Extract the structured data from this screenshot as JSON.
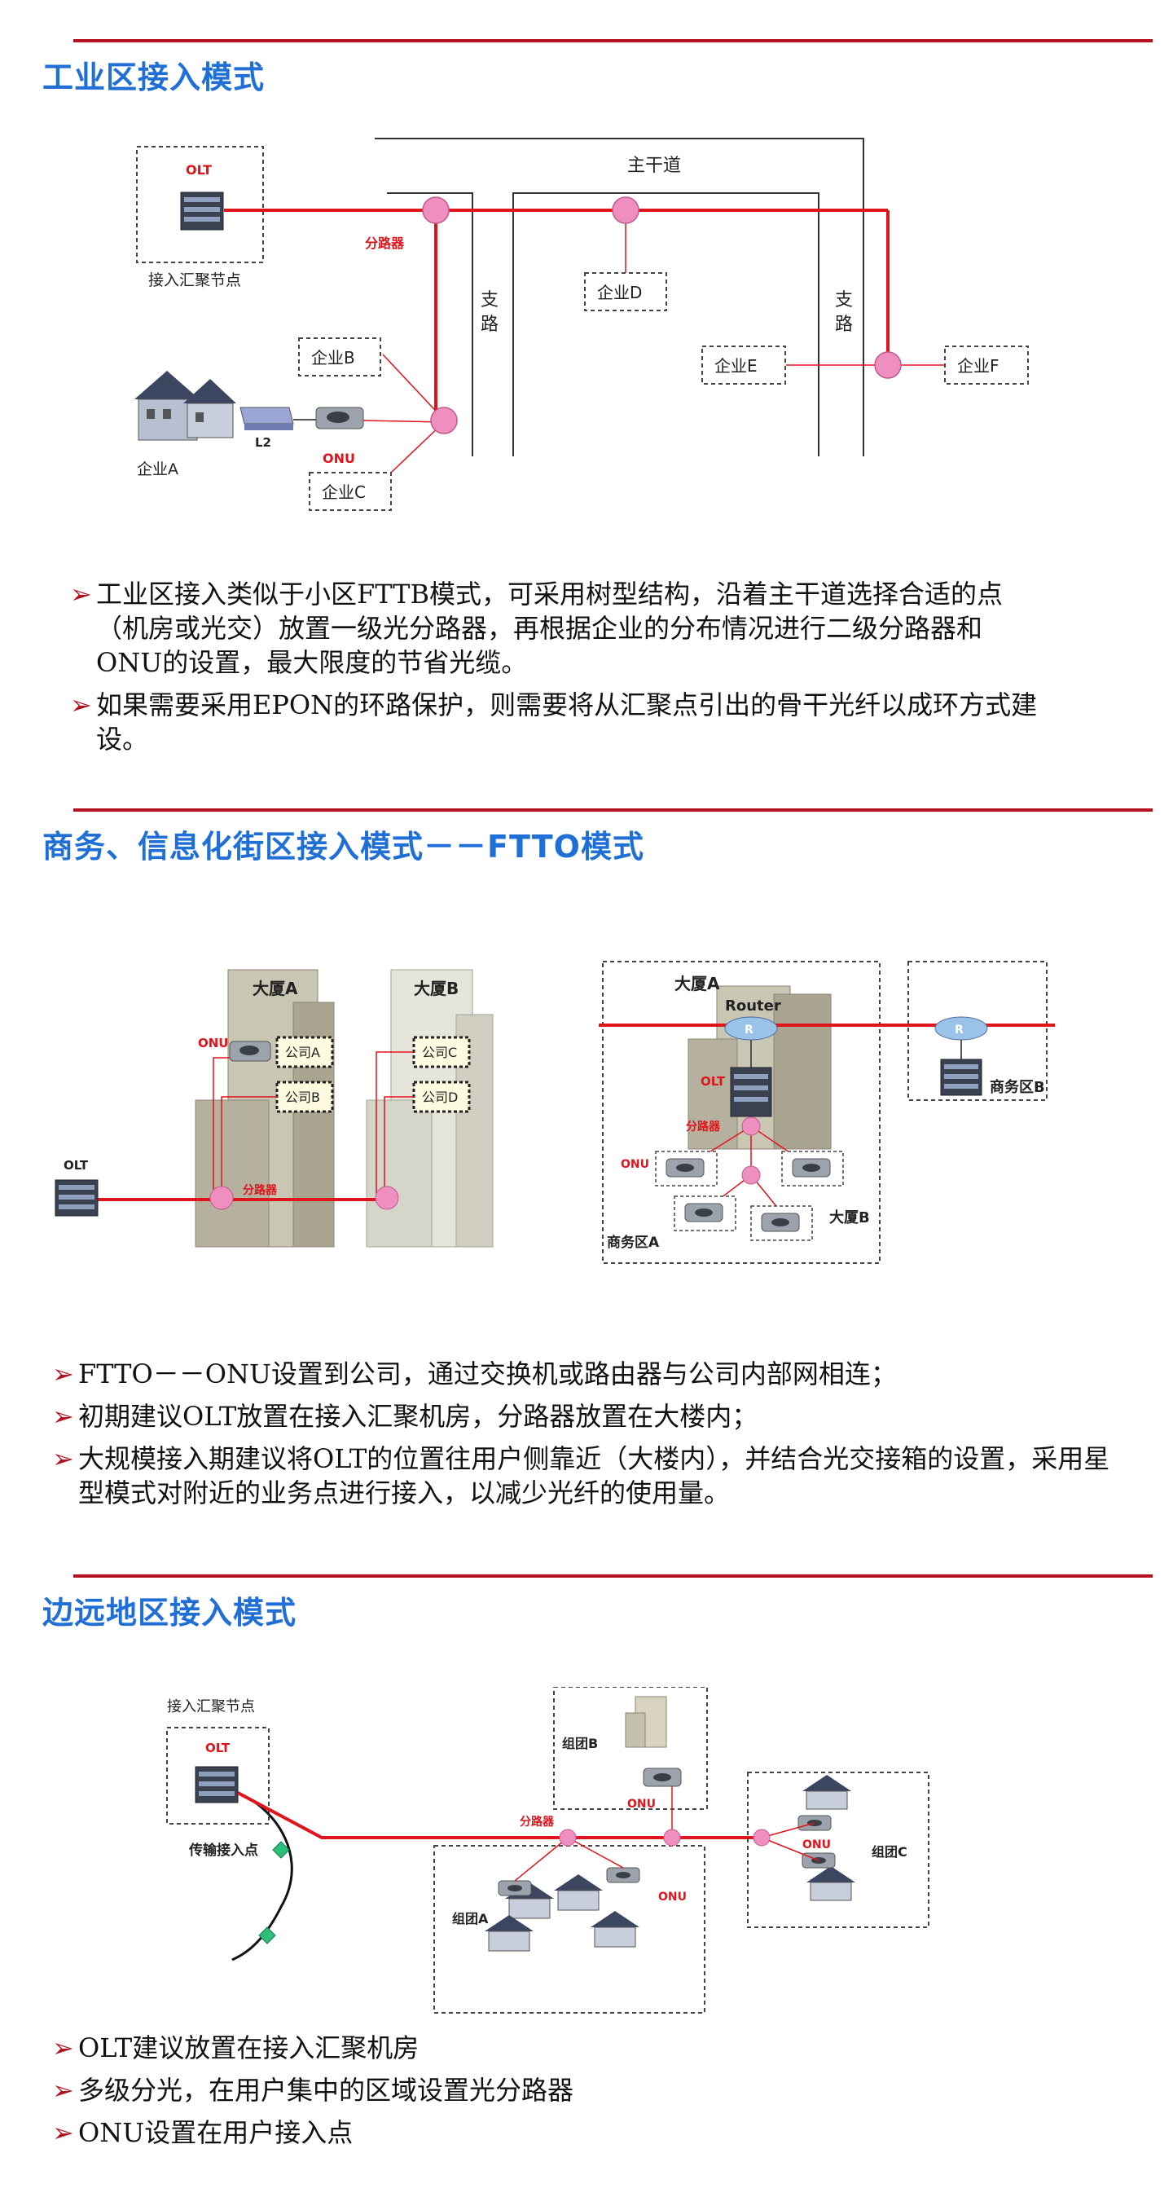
{
  "colors": {
    "accent_red": "#b3121f",
    "heading_blue": "#1f6fd6",
    "fiber_red": "#e0141b",
    "splitter_pink": "#ef8fc0",
    "connector_green": "#2dbf7a"
  },
  "section1": {
    "title": "工业区接入模式",
    "diagram": {
      "olt": "OLT",
      "olt_caption": "接入汇聚节点",
      "trunk_road": "主干道",
      "branch_road_left": "支路",
      "branch_road_right": "支路",
      "splitter": "分路器",
      "enterprise_a": "企业A",
      "enterprise_b": "企业B",
      "enterprise_c": "企业C",
      "enterprise_d": "企业D",
      "enterprise_e": "企业E",
      "enterprise_f": "企业F",
      "onu": "ONU",
      "l2": "L2"
    },
    "bullets": [
      "工业区接入类似于小区FTTB模式，可采用树型结构，沿着主干道选择合适的点（机房或光交）放置一级光分路器，再根据企业的分布情况进行二级分路器和ONU的设置，最大限度的节省光缆。",
      "如果需要采用EPON的环路保护，则需要将从汇聚点引出的骨干光纤以成环方式建设。"
    ]
  },
  "section2": {
    "title": "商务、信息化街区接入模式－－FTTO模式",
    "diagram": {
      "olt": "OLT",
      "onu": "ONU",
      "building_a": "大厦A",
      "building_b": "大厦B",
      "company_a": "公司A",
      "company_b": "公司B",
      "company_c": "公司C",
      "company_d": "公司D",
      "splitter": "分路器",
      "right_building_a": "大厦A",
      "router": "Router",
      "right_olt": "OLT",
      "right_splitter": "分路器",
      "right_onu": "ONU",
      "right_building_b": "大厦B",
      "biz_zone_a": "商务区A",
      "biz_zone_b": "商务区B"
    },
    "bullets": [
      "FTTO－－ONU设置到公司，通过交换机或路由器与公司内部网相连；",
      "初期建议OLT放置在接入汇聚机房，分路器放置在大楼内；",
      "大规模接入期建议将OLT的位置往用户侧靠近（大楼内），并结合光交接箱的设置，采用星型模式对附近的业务点进行接入，以减少光纤的使用量。"
    ]
  },
  "section3": {
    "title": "边远地区接入模式",
    "diagram": {
      "olt_caption": "接入汇聚节点",
      "olt": "OLT",
      "transmission_point": "传输接入点",
      "splitter": "分路器",
      "group_a": "组团A",
      "group_b": "组团B",
      "group_c": "组团C",
      "onu_a": "ONU",
      "onu_b": "ONU",
      "onu_c": "ONU"
    },
    "bullets": [
      "OLT建议放置在接入汇聚机房",
      "多级分光，在用户集中的区域设置光分路器",
      "ONU设置在用户接入点"
    ]
  }
}
